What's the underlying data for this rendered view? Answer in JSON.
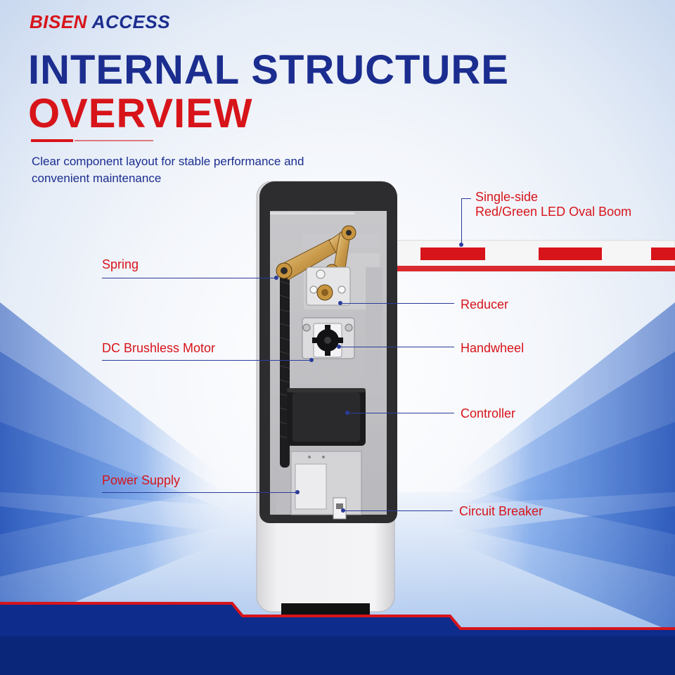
{
  "brand": {
    "part1": "BISEN",
    "part2": "ACCESS"
  },
  "header": {
    "title_line1": "INTERNAL STRUCTURE",
    "title_line2": "OVERVIEW",
    "subtitle": "Clear component layout for stable performance and convenient maintenance"
  },
  "callouts": {
    "boom_line1": "Single-side",
    "boom_line2": "Red/Green LED Oval Boom",
    "spring": "Spring",
    "reducer": "Reducer",
    "motor": "DC Brushless Motor",
    "handwheel": "Handwheel",
    "controller": "Controller",
    "power": "Power Supply",
    "breaker": "Circuit Breaker"
  },
  "colors": {
    "brand_red": "#d7141a",
    "brand_blue": "#1b2d8f",
    "leader": "#2b3c9a"
  }
}
